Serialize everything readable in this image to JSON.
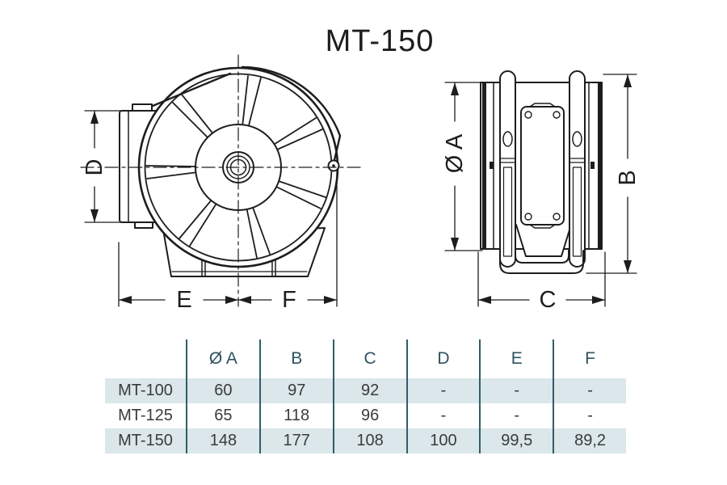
{
  "title": "MT-150",
  "colors": {
    "line": "#1d1d1b",
    "table_divider": "#2f5d68",
    "row_shade": "#dbe7ea",
    "header_text": "#2e5260",
    "body_text": "#3b3b3b"
  },
  "front_view": {
    "label_d": "D",
    "label_e": "E",
    "label_f": "F"
  },
  "side_view": {
    "label_a": "Ø A",
    "label_b": "B",
    "label_c": "C"
  },
  "table": {
    "headers": [
      "Ø A",
      "B",
      "C",
      "D",
      "E",
      "F"
    ],
    "rows": [
      {
        "name": "MT-100",
        "values": [
          "60",
          "97",
          "92",
          "-",
          "-",
          "-"
        ]
      },
      {
        "name": "MT-125",
        "values": [
          "65",
          "118",
          "96",
          "-",
          "-",
          "-"
        ]
      },
      {
        "name": "MT-150",
        "values": [
          "148",
          "177",
          "108",
          "100",
          "99,5",
          "89,2"
        ]
      }
    ]
  }
}
